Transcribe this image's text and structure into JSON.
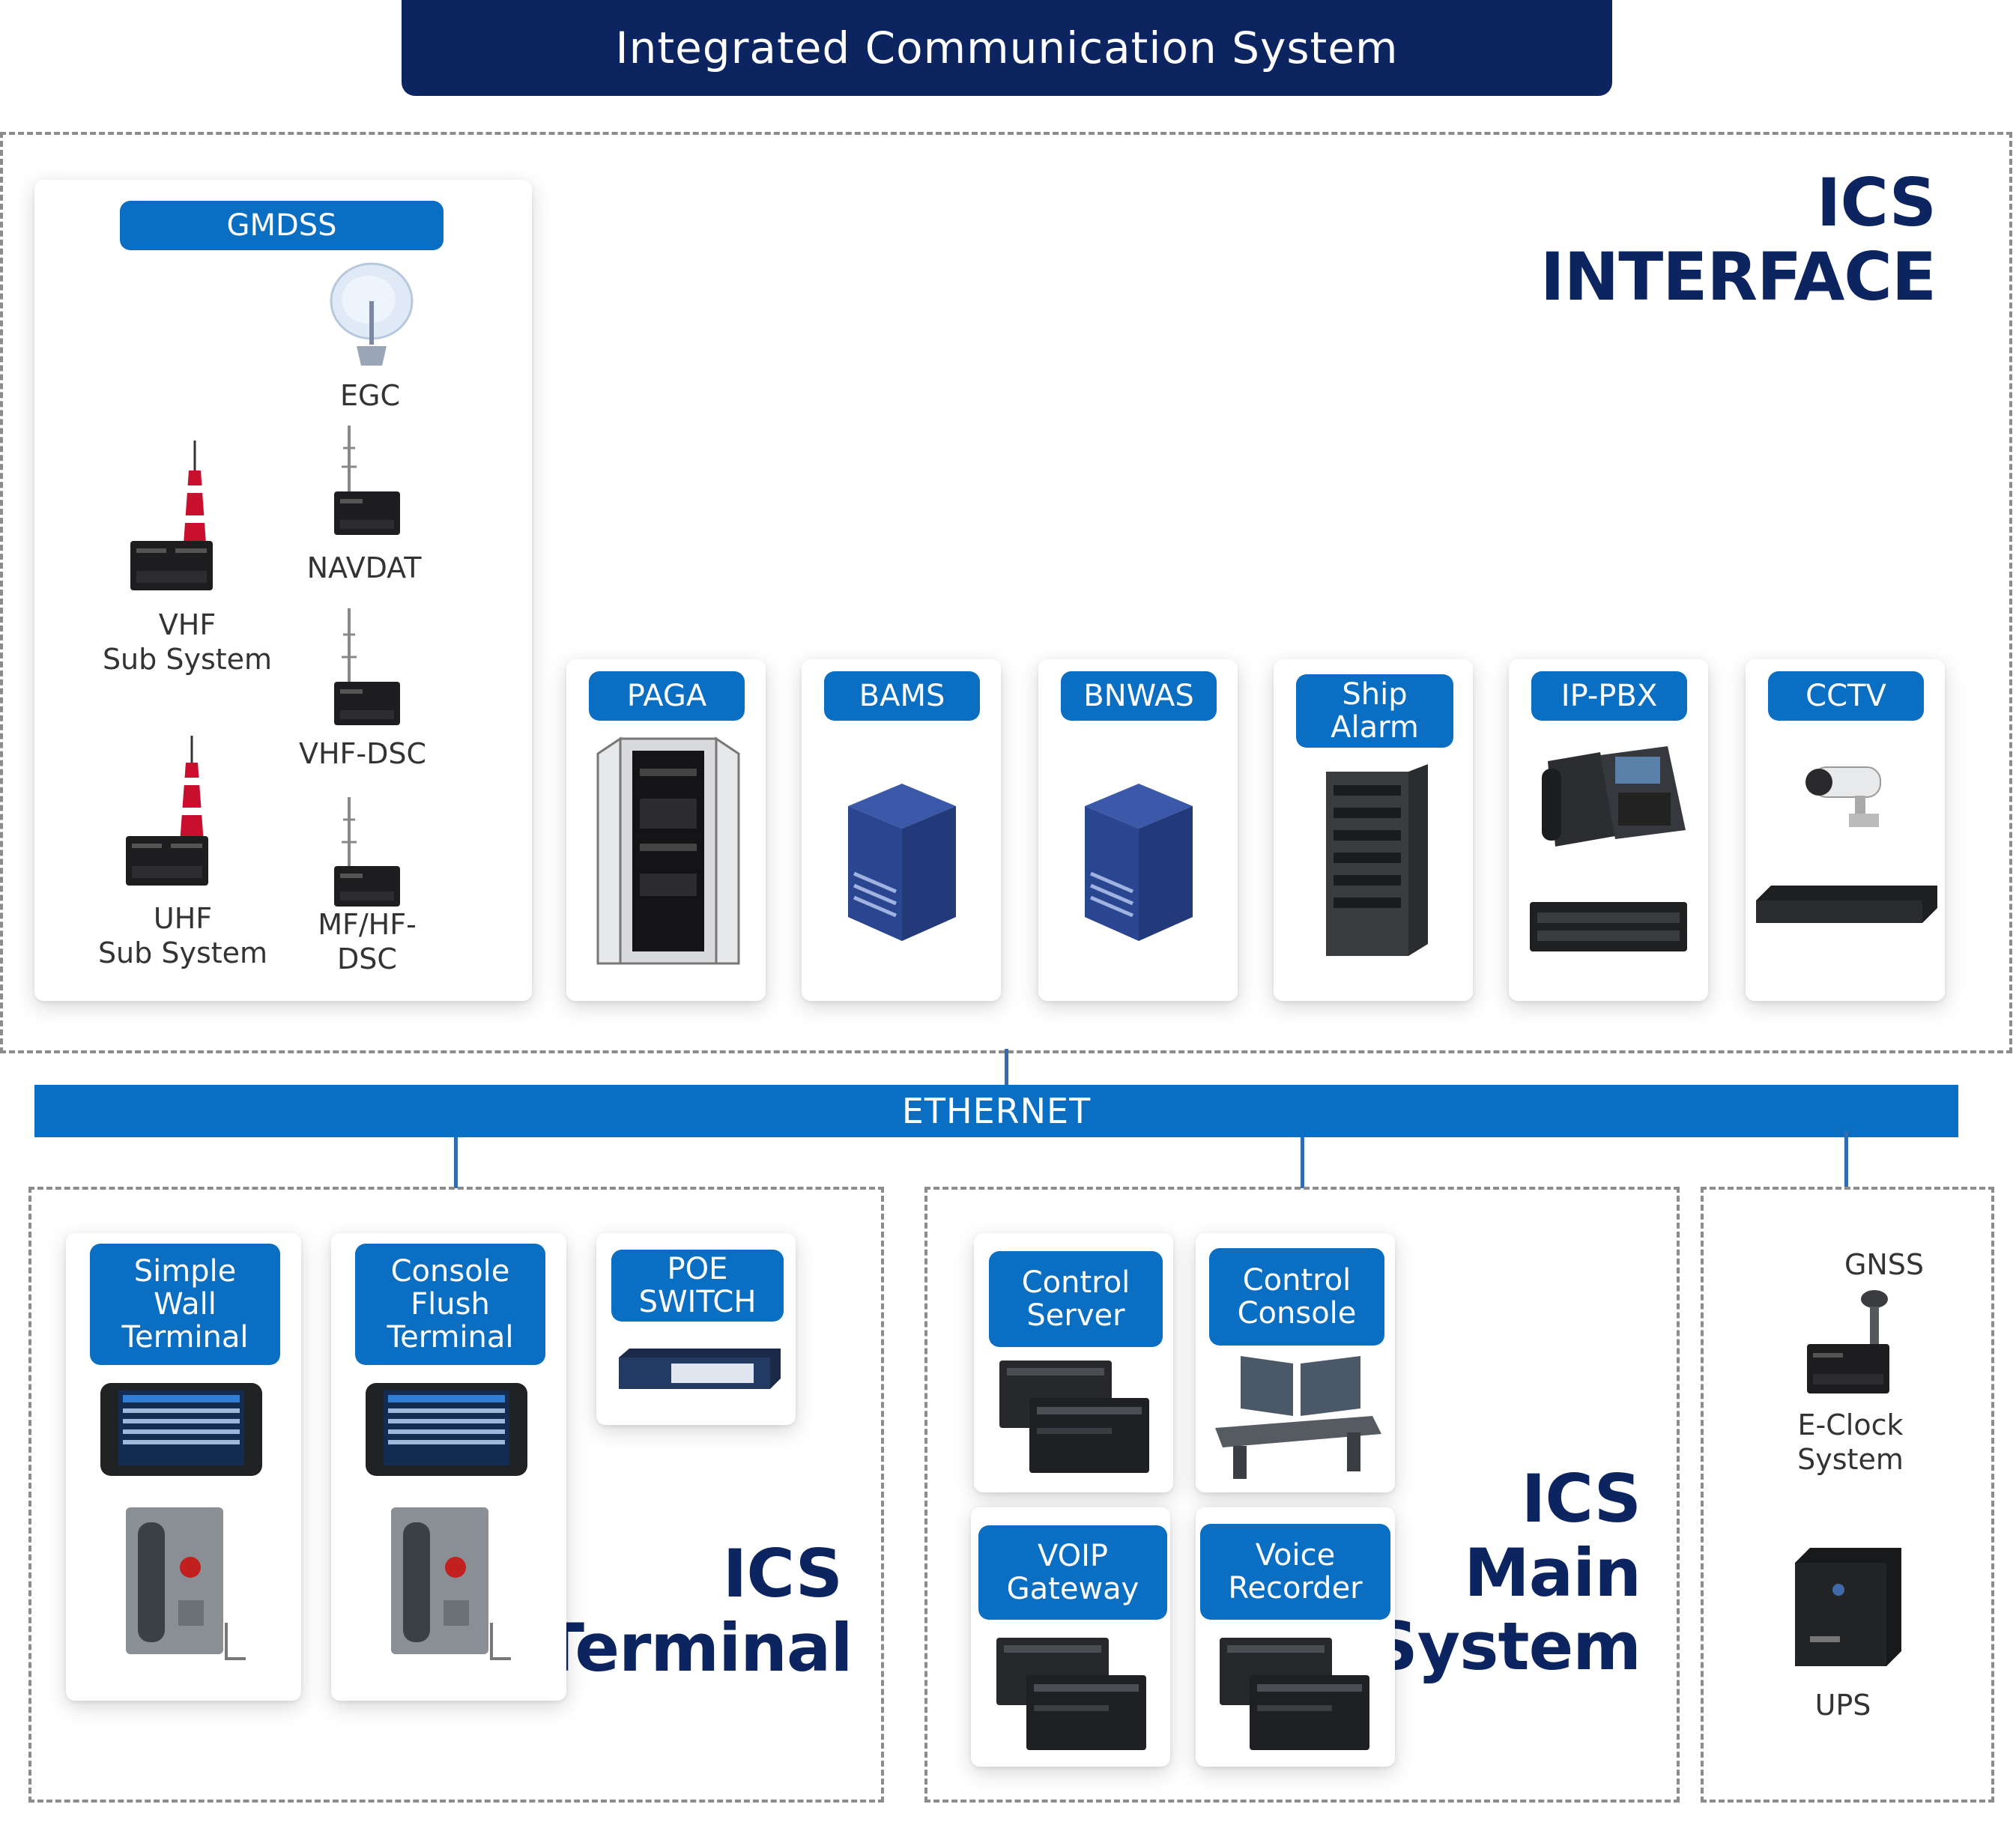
{
  "title": "Integrated Communication System",
  "interface": {
    "heading": "ICS\nINTERFACE",
    "gmdss": {
      "label": "GMDSS",
      "items": {
        "egc": "EGC",
        "navdat": "NAVDAT",
        "vhf_sub": "VHF\nSub System",
        "vhf_dsc": "VHF-DSC",
        "uhf_sub": "UHF\nSub System",
        "mf_hf_dsc": "MF/HF-\nDSC"
      }
    },
    "systems": [
      "PAGA",
      "BAMS",
      "BNWAS",
      "Ship\nAlarm",
      "IP-PBX",
      "CCTV"
    ]
  },
  "ethernet": "ETHERNET",
  "terminal": {
    "heading": "ICS\nTerminal",
    "simple_wall": "Simple\nWall\nTerminal",
    "console_flush": "Console\nFlush\nTerminal",
    "poe_switch": "POE\nSWITCH"
  },
  "main": {
    "heading": "ICS\nMain\nSystem",
    "control_server": "Control\nServer",
    "control_console": "Control\nConsole",
    "voip_gateway": "VOIP\nGateway",
    "voice_recorder": "Voice\nRecorder"
  },
  "aux": {
    "gnss": "GNSS",
    "eclock": "E-Clock\nSystem",
    "ups": "UPS"
  },
  "colors": {
    "navy": "#0c2560",
    "label_blue": "#0a6ec3",
    "line_blue": "#2f6db0"
  }
}
